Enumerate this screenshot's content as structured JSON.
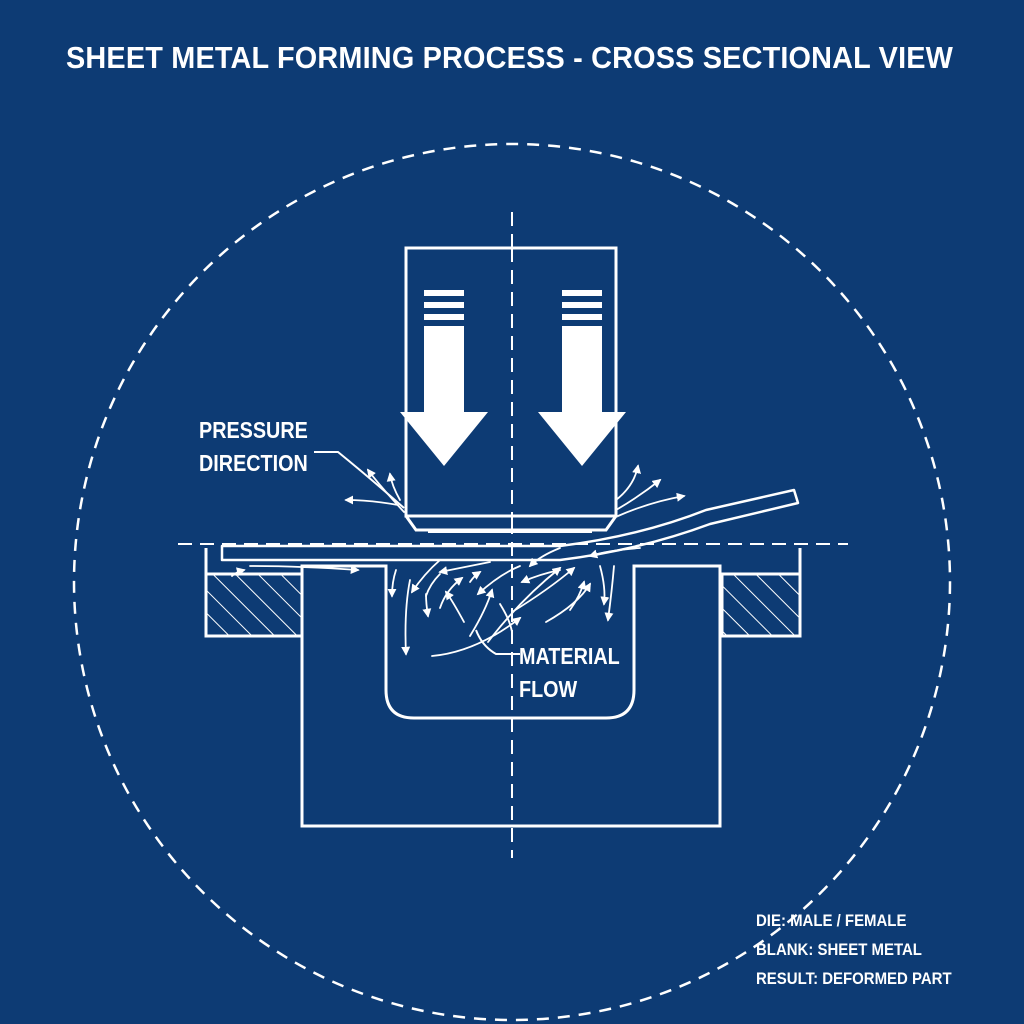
{
  "title": "SHEET METAL FORMING PROCESS - CROSS SECTIONAL VIEW",
  "labels": {
    "pressure_line1": "PRESSURE",
    "pressure_line2": "DIRECTION",
    "flow_line1": "MATERIAL",
    "flow_line2": "FLOW"
  },
  "legend": [
    "DIE: MALE / FEMALE",
    "BLANK: SHEET METAL",
    "RESULT: DEFORMED PART"
  ],
  "colors": {
    "background": "#0d3b74",
    "line": "#ffffff"
  }
}
